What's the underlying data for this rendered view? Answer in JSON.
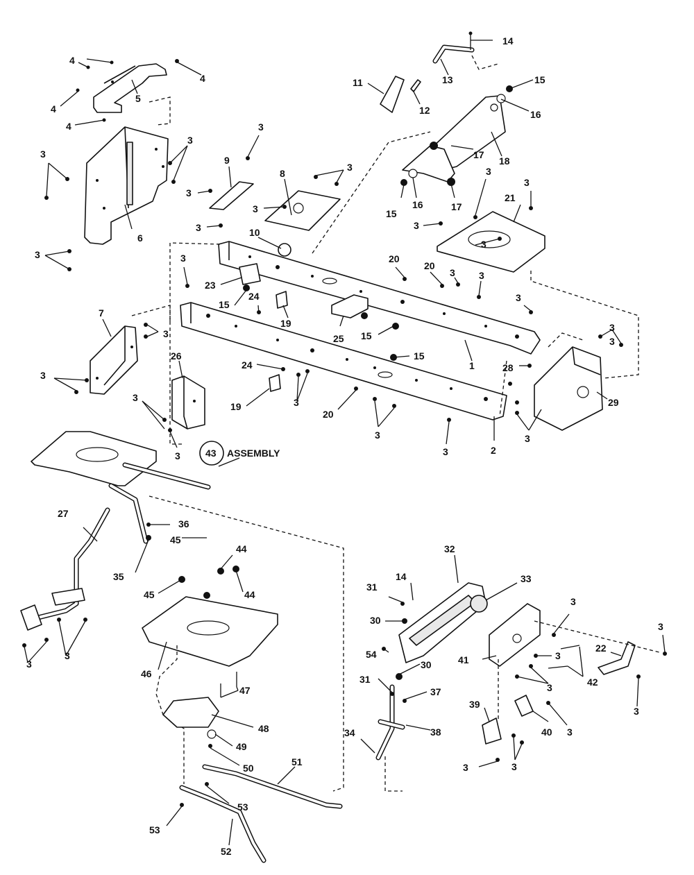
{
  "callouts": {
    "c1": "1",
    "c2": "2",
    "c3": "3",
    "c4": "4",
    "c5": "5",
    "c6": "6",
    "c7": "7",
    "c8": "8",
    "c9": "9",
    "c10": "10",
    "c11": "11",
    "c12": "12",
    "c13": "13",
    "c14": "14",
    "c15": "15",
    "c16": "16",
    "c17": "17",
    "c18": "18",
    "c19": "19",
    "c20": "20",
    "c21": "21",
    "c22": "22",
    "c23": "23",
    "c24": "24",
    "c25": "25",
    "c26": "26",
    "c27": "27",
    "c28": "28",
    "c29": "29",
    "c30": "30",
    "c31": "31",
    "c32": "32",
    "c33": "33",
    "c34": "34",
    "c35": "35",
    "c36": "36",
    "c37": "37",
    "c38": "38",
    "c39": "39",
    "c40": "40",
    "c41": "41",
    "c42": "42",
    "c43": "43",
    "c44": "44",
    "c45": "45",
    "c46": "46",
    "c47": "47",
    "c48": "48",
    "c49": "49",
    "c50": "50",
    "c51": "51",
    "c52": "52",
    "c53": "53",
    "c54": "54"
  },
  "assembly_label": "ASSEMBLY"
}
